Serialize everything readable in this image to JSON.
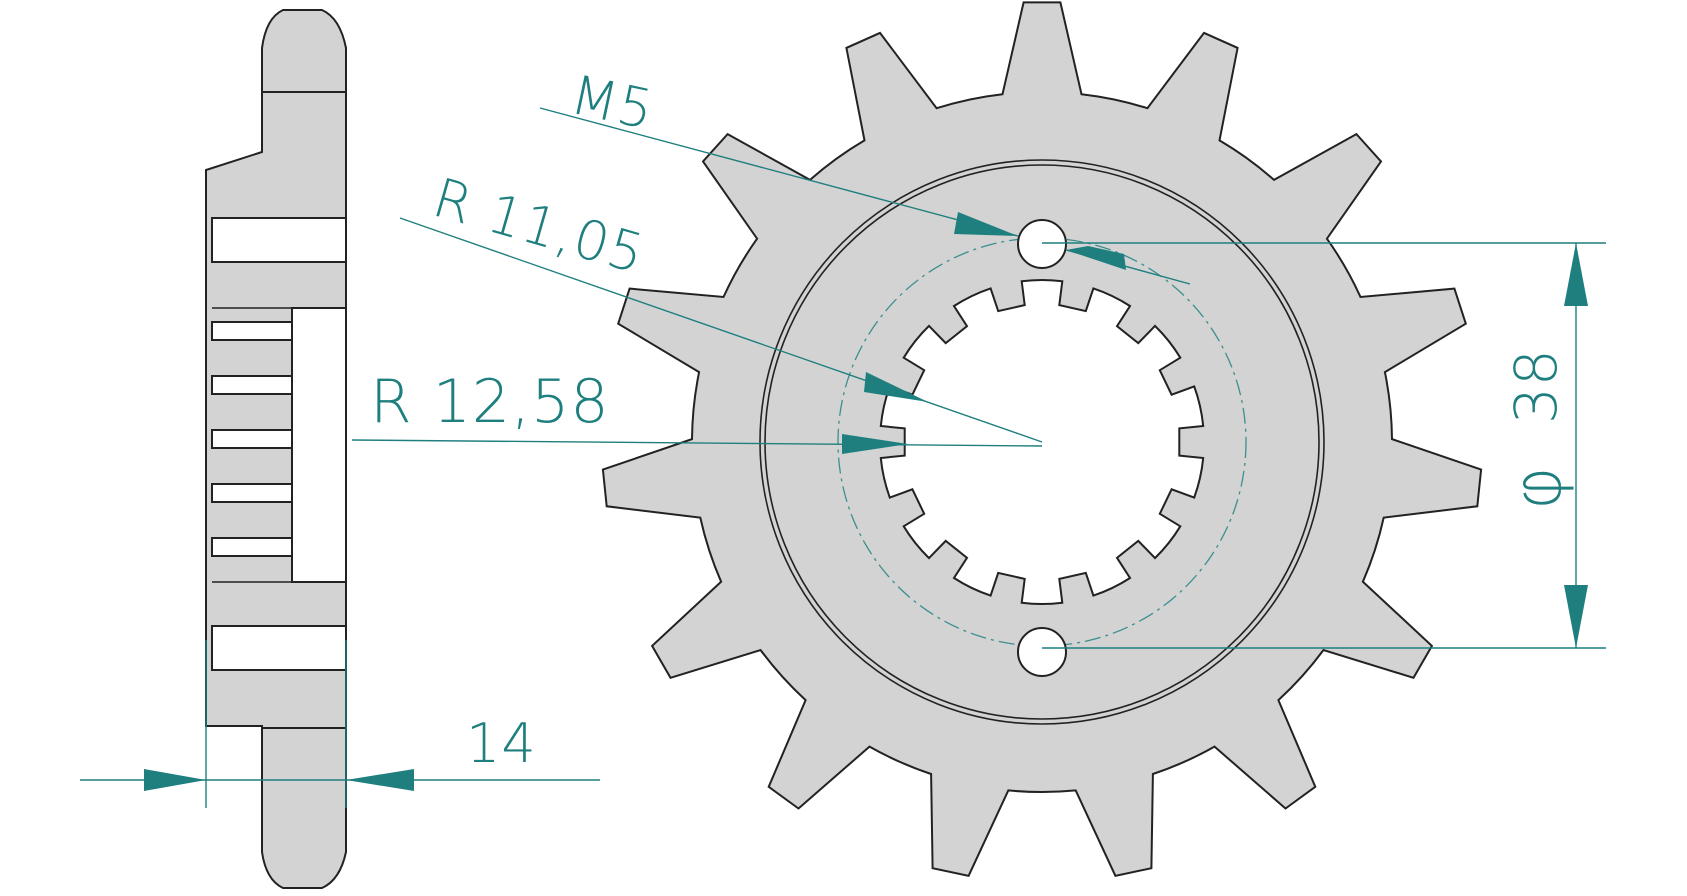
{
  "labels": {
    "thread": "M5",
    "radius_outer": "R  11,05",
    "radius_inner": "R  12,58",
    "bolt_circle_diameter": "38",
    "diameter_symbol": "φ",
    "thickness": "14"
  },
  "colors": {
    "part_fill": "#d3d3d3",
    "outline": "#222222",
    "dimension": "#1f7f7f",
    "background": "#ffffff"
  },
  "sprocket": {
    "teeth": 15,
    "spline_teeth": 14,
    "bolt_holes": 2
  }
}
